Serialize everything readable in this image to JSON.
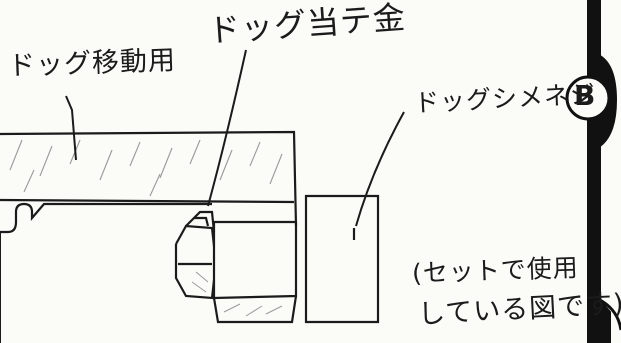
{
  "labels": {
    "dog_move": "ドッグ移動用",
    "dog_stop": "ドッグ当テ金",
    "dog_tightener": "ドッグシメネジ",
    "note_line1": "(セットで使用",
    "note_line2": "している図です)",
    "marker": "B"
  },
  "colors": {
    "ink": "#1b1b1b",
    "paper": "#fbfbf8",
    "hatch": "#9a9a9a",
    "frame_dark": "#111111"
  },
  "icons": {
    "frame": "machine-frame-edge",
    "marker_circle": "circled-letter-b"
  }
}
